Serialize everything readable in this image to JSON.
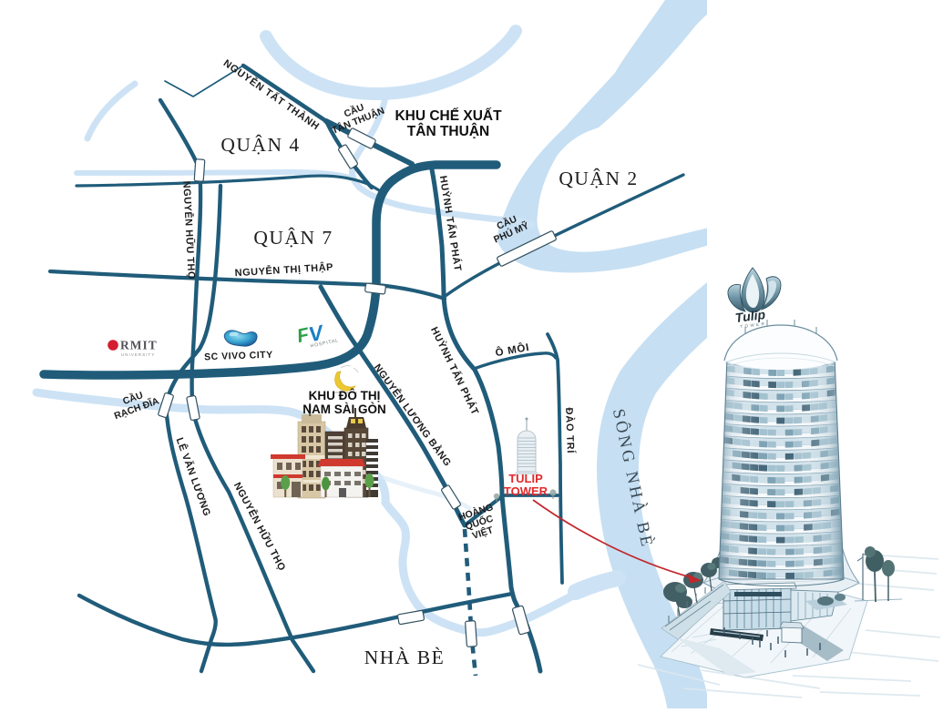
{
  "colors": {
    "road": "#205C7A",
    "river": "#C6DFF3",
    "river_light": "#D3E6F6",
    "label": "#1C1C1C",
    "district": "#1D1D1D",
    "red_label": "#E22A2C",
    "arrow_red": "#C1272D",
    "bridge_fill": "#FFFFFF"
  },
  "districts": {
    "quan4": "QUẬN 4",
    "quan7": "QUẬN 7",
    "quan2": "QUẬN 2",
    "nha_be": "NHÀ BÈ"
  },
  "areas": {
    "khu_che_xuat_line1": "KHU CHẾ XUẤT",
    "khu_che_xuat_line2": "TÂN THUẬN",
    "khu_do_thi_line1": "KHU ĐÔ THỊ",
    "khu_do_thi_line2": "NAM SÀI GÒN"
  },
  "roads": {
    "nguyen_tat_thanh": "NGUYỄN TẤT THÀNH",
    "huynh_tan_phat": "HUỲNH TẤN PHÁT",
    "huynh_tan_phat_2": "HUỲNH TẤN PHÁT",
    "nguyen_thi_thap": "NGUYỄN THỊ THẬP",
    "nguyen_huu_tho_upper": "NGUYỄN HỮU THỌ",
    "nguyen_huu_tho_lower": "NGUYỄN HỮU THỌ",
    "le_van_luong": "LÊ VĂN LƯƠNG",
    "nguyen_luong_bang": "NGUYỄN LƯƠNG BẰNG",
    "o_moi": "Ô MÔI",
    "dao_tri": "ĐÀO TRÍ",
    "hoang_quoc_viet_line1": "HOÀNG",
    "hoang_quoc_viet_line2": "QUỐC",
    "hoang_quoc_viet_line3": "VIỆT"
  },
  "bridges": {
    "cau_tan_thuan_line1": "CẦU",
    "cau_tan_thuan_line2": "TÂN THUẬN",
    "cau_phu_my_line1": "CẦU",
    "cau_phu_my_line2": "PHÚ MỸ",
    "cau_rach_dia_line1": "CẦU",
    "cau_rach_dia_line2": "RẠCH ĐĨA"
  },
  "rivers": {
    "song_nha_be": "SÔNG NHÀ BÈ"
  },
  "landmarks": {
    "rmit": "RMIT",
    "rmit_sub": "UNIVERSITY",
    "sc_vivo_city": "SC VIVO CITY",
    "fv_f": "F",
    "fv_v": "V",
    "fv_sub": "HOSPITAL",
    "tulip_tower_line1": "TULIP",
    "tulip_tower_line2": "TOWER",
    "tulip_logo": "Tulip",
    "tulip_logo_sub": "TOWER"
  }
}
